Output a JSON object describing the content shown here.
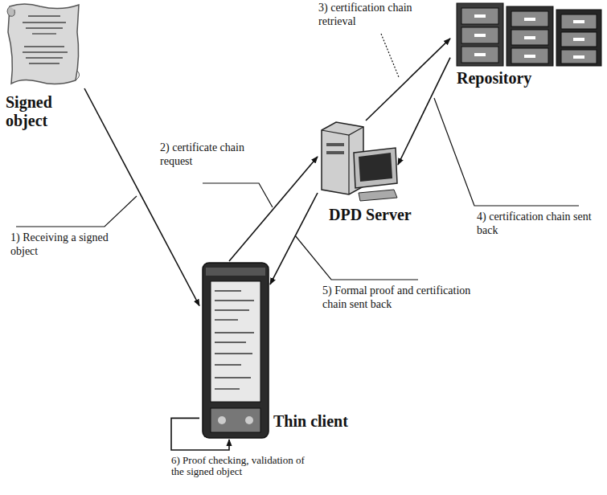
{
  "diagram": {
    "nodes": [
      {
        "text": [
          "Signed object"
        ]
      },
      {
        "text": [
          "Repository"
        ]
      },
      {
        "text": [
          "DPD Server"
        ]
      },
      {
        "text": [
          "Thin client"
        ]
      }
    ],
    "edges": [
      {
        "from": 0,
        "to": 3,
        "arrow": "to",
        "label": "1) Receiving a signed object"
      },
      {
        "from": 3,
        "to": 2,
        "arrow": "to",
        "label": "2) certificate chain request"
      },
      {
        "from": 2,
        "to": 1,
        "arrow": "to",
        "label": "3) certification chain retrieval"
      },
      {
        "from": 1,
        "to": 2,
        "arrow": "to",
        "label": "4) certification chain sent back"
      },
      {
        "from": 2,
        "to": 3,
        "arrow": "to",
        "label": "5) Formal proof and certification chain sent back"
      },
      {
        "from": 3,
        "to": 3,
        "arrow": "to",
        "label": "6) Proof checking, validation of the signed object"
      }
    ]
  }
}
